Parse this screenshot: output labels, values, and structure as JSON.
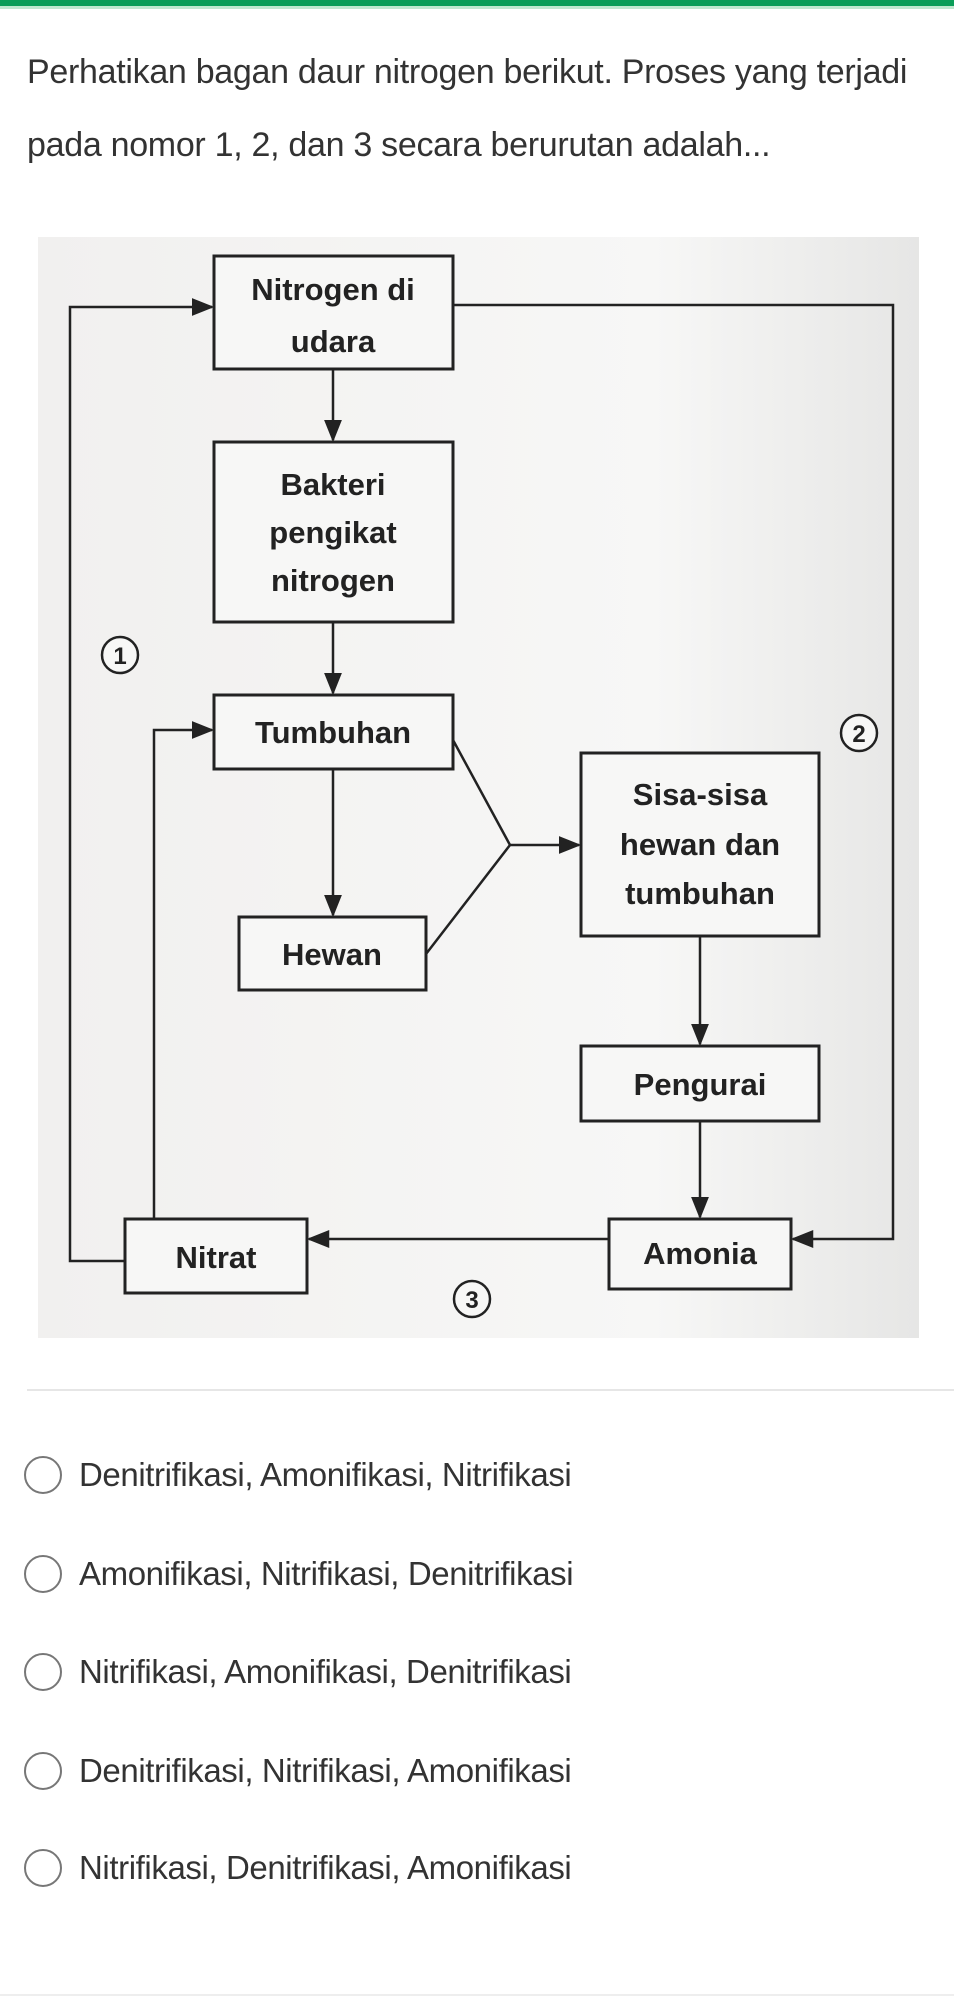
{
  "question": {
    "text": "Perhatikan bagan daur nitrogen berikut. Proses yang terjadi pada nomor 1, 2, dan 3 secara berurutan adalah..."
  },
  "diagram": {
    "boxes": {
      "nitrogen": [
        "Nitrogen di",
        "udara"
      ],
      "bakteri": [
        "Bakteri",
        "pengikat",
        "nitrogen"
      ],
      "tumbuhan": [
        "Tumbuhan"
      ],
      "hewan": [
        "Hewan"
      ],
      "sisa": [
        "Sisa-sisa",
        "hewan dan",
        "tumbuhan"
      ],
      "pengurai": [
        "Pengurai"
      ],
      "nitrat": [
        "Nitrat"
      ],
      "amonia": [
        "Amonia"
      ]
    },
    "markers": [
      "1",
      "2",
      "3"
    ]
  },
  "options": [
    "Denitrifikasi, Amonifikasi, Nitrifikasi",
    "Amonifikasi, Nitrifikasi, Denitrifikasi",
    "Nitrifikasi, Amonifikasi, Denitrifikasi",
    "Denitrifikasi, Nitrifikasi, Amonifikasi",
    "Nitrifikasi, Denitrifikasi, Amonifikasi"
  ],
  "colors": {
    "accent": "#0a9d58"
  }
}
